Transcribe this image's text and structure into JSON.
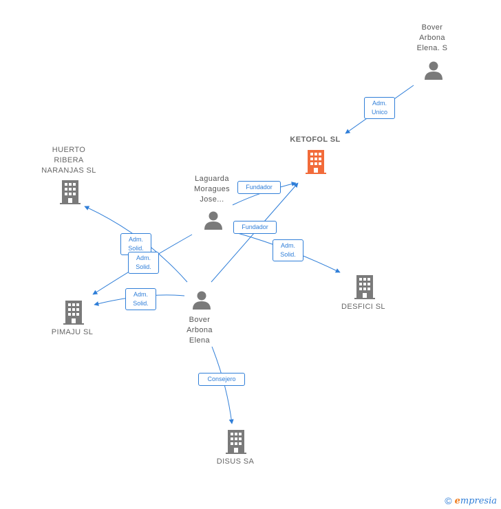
{
  "colors": {
    "edge": "#2f7ed8",
    "node": "#7a7a7a",
    "focus_node": "#f26b3a"
  },
  "nodes": {
    "bover_elena_s": {
      "label": "Bover\nArbona\nElena.  S",
      "icon": "person-icon"
    },
    "ketofol": {
      "label": "KETOFOL  SL",
      "icon": "building-icon"
    },
    "huerto": {
      "label": "HUERTO\nRIBERA\nNARANJAS  SL",
      "icon": "building-icon"
    },
    "laguarda": {
      "label": "Laguarda\nMoragues\nJose...",
      "icon": "person-icon"
    },
    "desfici": {
      "label": "DESFICI  SL",
      "icon": "building-icon"
    },
    "pimaju": {
      "label": "PIMAJU  SL",
      "icon": "building-icon"
    },
    "bover_elena": {
      "label": "Bover\nArbona\nElena",
      "icon": "person-icon"
    },
    "disus": {
      "label": "DISUS SA",
      "icon": "building-icon"
    }
  },
  "edges": {
    "adm_unico": "Adm.\nUnico",
    "fundador_laguarda": "Fundador",
    "fundador_bover": "Fundador",
    "adm_solid_huerto": "Adm.\nSolid.",
    "adm_solid_pimaju_a": "Adm.\nSolid.",
    "adm_solid_desfici": "Adm.\nSolid.",
    "adm_solid_pimaju_b": "Adm.\nSolid.",
    "consejero": "Consejero"
  },
  "footer": {
    "copyright_symbol": "©",
    "brand_first": "e",
    "brand_rest": "mpresia"
  }
}
